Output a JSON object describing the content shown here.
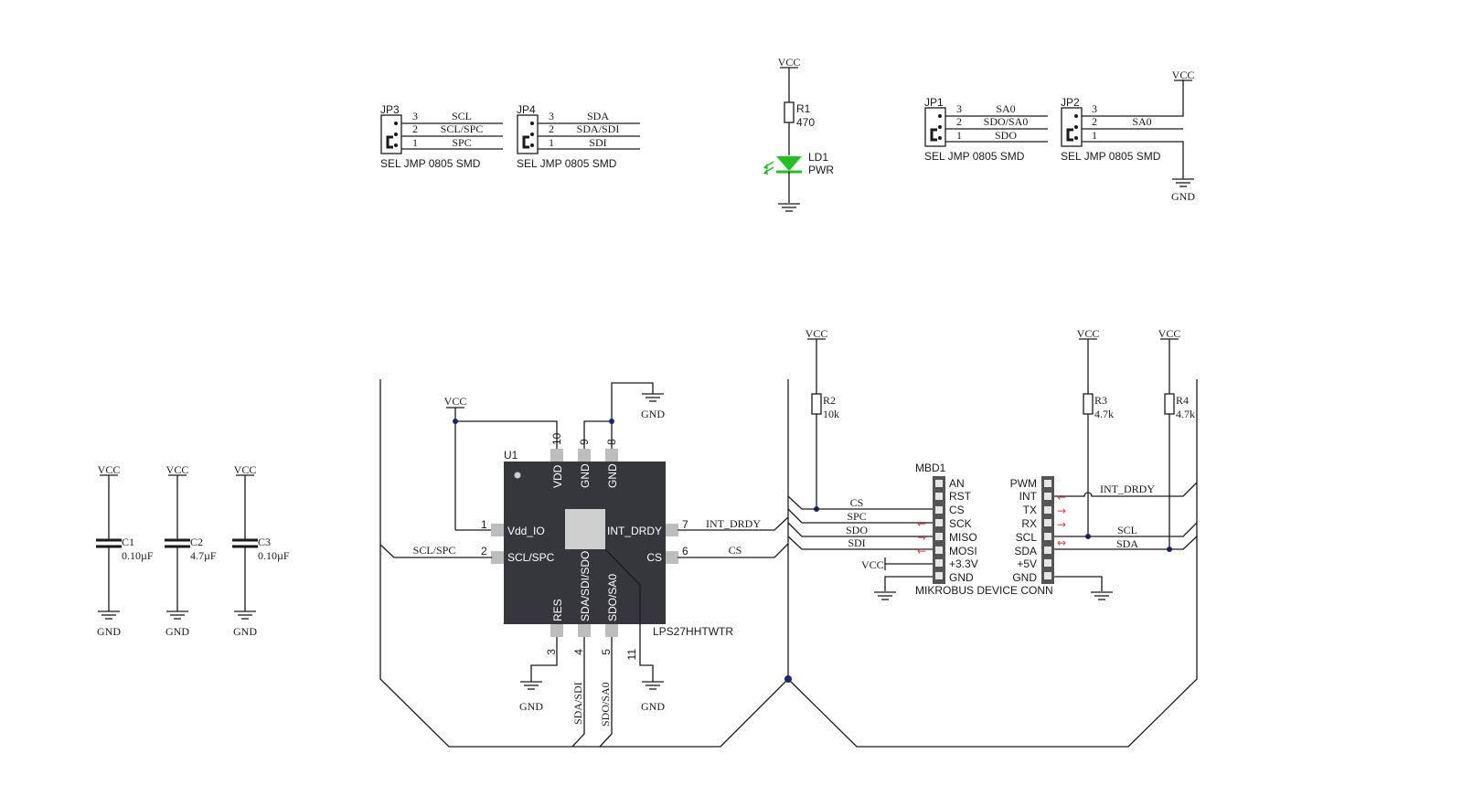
{
  "jp3": {
    "ref": "JP3",
    "pins": [
      "3",
      "2",
      "1"
    ],
    "nets": [
      "SCL",
      "SCL/SPC",
      "SPC"
    ],
    "footprint": "SEL JMP 0805 SMD"
  },
  "jp4": {
    "ref": "JP4",
    "pins": [
      "3",
      "2",
      "1"
    ],
    "nets": [
      "SDA",
      "SDA/SDI",
      "SDI"
    ],
    "footprint": "SEL JMP 0805 SMD"
  },
  "jp1": {
    "ref": "JP1",
    "pins": [
      "3",
      "2",
      "1"
    ],
    "nets": [
      "SA0",
      "SDO/SA0",
      "SDO"
    ],
    "footprint": "SEL JMP 0805 SMD"
  },
  "jp2": {
    "ref": "JP2",
    "pins": [
      "3",
      "2",
      "1"
    ],
    "nets": [
      "SA0"
    ],
    "footprint": "SEL JMP 0805 SMD",
    "vcc": "VCC",
    "gnd": "GND"
  },
  "led": {
    "vcc": "VCC",
    "r_ref": "R1",
    "r_val": "470",
    "ref": "LD1",
    "val": "PWR",
    "color": "#22c022"
  },
  "caps": [
    {
      "vcc": "VCC",
      "ref": "C1",
      "val": "0.10µF",
      "gnd": "GND"
    },
    {
      "vcc": "VCC",
      "ref": "C2",
      "val": "4.7µF",
      "gnd": "GND"
    },
    {
      "vcc": "VCC",
      "ref": "C3",
      "val": "0.10µF",
      "gnd": "GND"
    }
  ],
  "u1": {
    "ref": "U1",
    "part": "LPS27HHTWTR",
    "vcc": "VCC",
    "gnd": "GND",
    "gnd2": "GND",
    "gnd3": "GND",
    "top_pins": [
      {
        "num": "10",
        "name": "VDD"
      },
      {
        "num": "9",
        "name": "GND"
      },
      {
        "num": "8",
        "name": "GND"
      }
    ],
    "left_pins": [
      {
        "num": "1",
        "name": "Vdd_IO"
      },
      {
        "num": "2",
        "name": "SCL/SPC"
      }
    ],
    "right_pins": [
      {
        "num": "7",
        "name": "INT_DRDY"
      },
      {
        "num": "6",
        "name": "CS"
      }
    ],
    "bottom_pins": [
      {
        "num": "3",
        "name": "RES"
      },
      {
        "num": "4",
        "name": "SDA/SDI/SDO"
      },
      {
        "num": "5",
        "name": "SDO/SA0"
      },
      {
        "num": "11",
        "name": ""
      }
    ],
    "nets": {
      "left2": "SCL/SPC",
      "right7": "INT_DRDY",
      "right6": "CS",
      "bot4": "SDA/SDI",
      "bot5": "SDO/SA0"
    }
  },
  "resistors": [
    {
      "vcc": "VCC",
      "ref": "R2",
      "val": "10k"
    },
    {
      "vcc": "VCC",
      "ref": "R3",
      "val": "4.7k"
    },
    {
      "vcc": "VCC",
      "ref": "R4",
      "val": "4.7k"
    }
  ],
  "mikrobus": {
    "ref": "MBD1",
    "name": "MIKROBUS DEVICE CONN",
    "vcc": "VCC",
    "left": [
      "AN",
      "RST",
      "CS",
      "SCK",
      "MISO",
      "MOSI",
      "+3.3V",
      "GND"
    ],
    "right": [
      "PWM",
      "INT",
      "TX",
      "RX",
      "SCL",
      "SDA",
      "+5V",
      "GND"
    ],
    "left_nets": [
      "CS",
      "SPC",
      "SDO",
      "SDI"
    ],
    "right_nets": [
      "INT_DRDY",
      "SCL",
      "SDA"
    ],
    "arrows_left": [
      "←",
      "→",
      "←"
    ],
    "arrows_right": [
      "←",
      "→",
      "→",
      "↔"
    ]
  }
}
